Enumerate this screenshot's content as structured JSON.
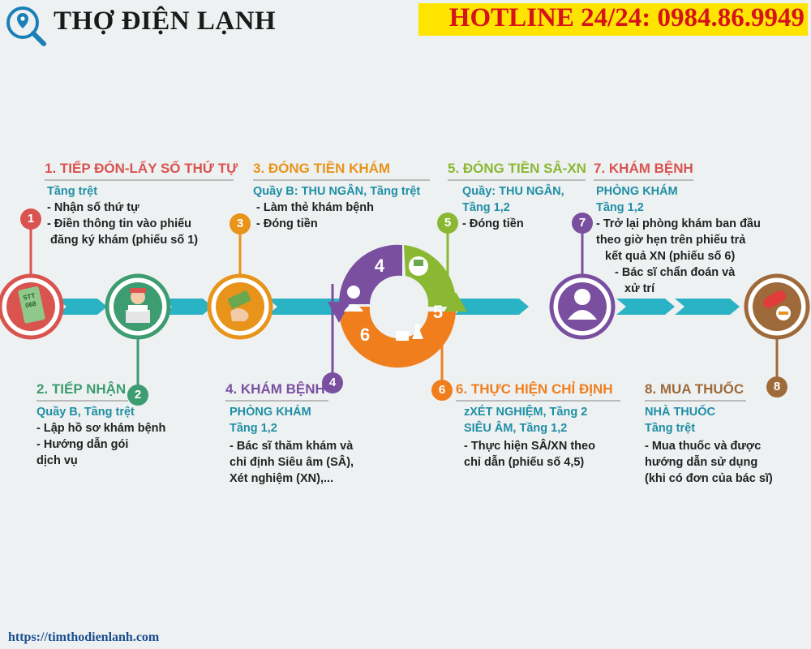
{
  "header": {
    "brand": "THỢ ĐIỆN LẠNH",
    "hotline": "HOTLINE 24/24: 0984.86.9949",
    "logo_icon": "map-pin-search-icon"
  },
  "footer": {
    "url": "https://timthodienlanh.com"
  },
  "colors": {
    "teal": "#2ab3c4",
    "red": "#d9534f",
    "green": "#3d9c70",
    "orange": "#e8931a",
    "purple": "#7a4fa0",
    "lime": "#8ab833",
    "bright_orange": "#f07e1d",
    "brown": "#9e6a3a"
  },
  "steps": [
    {
      "num": "1",
      "title": "1. TIẾP ĐÓN-LẤY SỐ THỨ TỰ",
      "loc": [
        "Tầng trệt"
      ],
      "desc": [
        "- Nhận số thứ tự",
        "- Điền thông tin vào phiếu",
        "đăng ký  khám (phiếu số 1)"
      ],
      "icon": "ticket-icon",
      "ticket_text": [
        "STT",
        "068"
      ]
    },
    {
      "num": "2",
      "title": "2. TIẾP NHẬN",
      "loc": [
        "Quầy B, Tầng trệt"
      ],
      "desc": [
        "- Lập hồ sơ khám bệnh",
        "- Hướng dẫn gói",
        "dịch vụ"
      ],
      "icon": "receptionist-icon"
    },
    {
      "num": "3",
      "title": "3. ĐÓNG TIỀN KHÁM",
      "loc": [
        "Quầy B: THU NGÂN, Tầng trệt"
      ],
      "desc": [
        "- Làm thẻ khám bệnh",
        "-  Đóng tiền"
      ],
      "icon": "money-hand-icon"
    },
    {
      "num": "4",
      "title": "4. KHÁM BỆNH",
      "loc": [
        "PHÒNG KHÁM",
        "Tầng 1,2"
      ],
      "desc": [
        "- Bác sĩ thăm khám và",
        "chỉ định Siêu âm (SÂ),",
        "Xét nghiệm (XN),..."
      ],
      "icon": "doctor-icon"
    },
    {
      "num": "5",
      "title": "5. ĐÓNG TIỀN SÂ-XN",
      "loc": [
        "Quầy: THU NGÂN,",
        "Tầng 1,2"
      ],
      "desc": [
        "- Đóng tiền"
      ],
      "icon": "money-hand-icon"
    },
    {
      "num": "6",
      "title": "6. THỰC HIỆN CHỈ ĐỊNH",
      "loc": [
        "zXÉT NGHIỆM, Tầng 2",
        "SIÊU ÂM, Tầng 1,2"
      ],
      "desc": [
        "- Thực hiện SÂ/XN theo",
        "chỉ dẫn (phiếu số 4,5)"
      ],
      "icon": "lab-icon"
    },
    {
      "num": "7",
      "title": "7. KHÁM BỆNH",
      "loc": [
        "PHÒNG KHÁM",
        "Tầng 1,2"
      ],
      "desc": [
        "- Trở lại phòng khám ban đầu",
        "theo giờ hẹn trên phiếu trả",
        "kết quả XN (phiếu số 6)",
        "- Bác sĩ chẩn đoán và",
        "xử trí"
      ],
      "icon": "doctor-icon"
    },
    {
      "num": "8",
      "title": "8. MUA THUỐC",
      "loc": [
        "NHÀ THUỐC",
        "Tầng trệt"
      ],
      "desc": [
        "- Mua thuốc và được",
        "hướng dẫn sử dụng",
        "(khi  có đơn của bác sĩ)"
      ],
      "icon": "pills-icon"
    }
  ],
  "cycle": {
    "labels": [
      "4",
      "5",
      "6"
    ]
  }
}
